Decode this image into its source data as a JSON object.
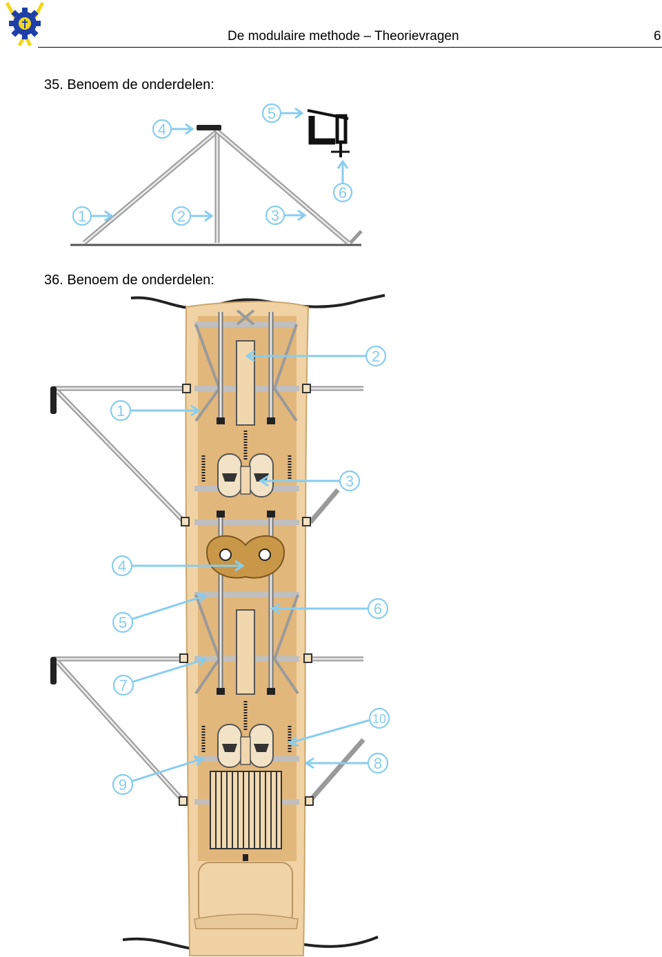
{
  "header": {
    "title": "De modulaire methode – Theorievragen",
    "page_number": "6"
  },
  "questions": [
    {
      "text": "35. Benoem de onderdelen:",
      "callouts": [
        "1",
        "2",
        "3",
        "4",
        "5",
        "6"
      ]
    },
    {
      "text": "36. Benoem de onderdelen:",
      "callouts": [
        "1",
        "2",
        "3",
        "4",
        "5",
        "6",
        "7",
        "8",
        "9",
        "10"
      ]
    }
  ],
  "colors": {
    "callout": "#87cdef",
    "hull_light": "#f1d2a4",
    "deck": "#e2b77b",
    "seat": "#cf9a3f",
    "frame": "#c9c9c9"
  },
  "icons": {
    "logo": "gear-with-crossed-oars-logo"
  }
}
